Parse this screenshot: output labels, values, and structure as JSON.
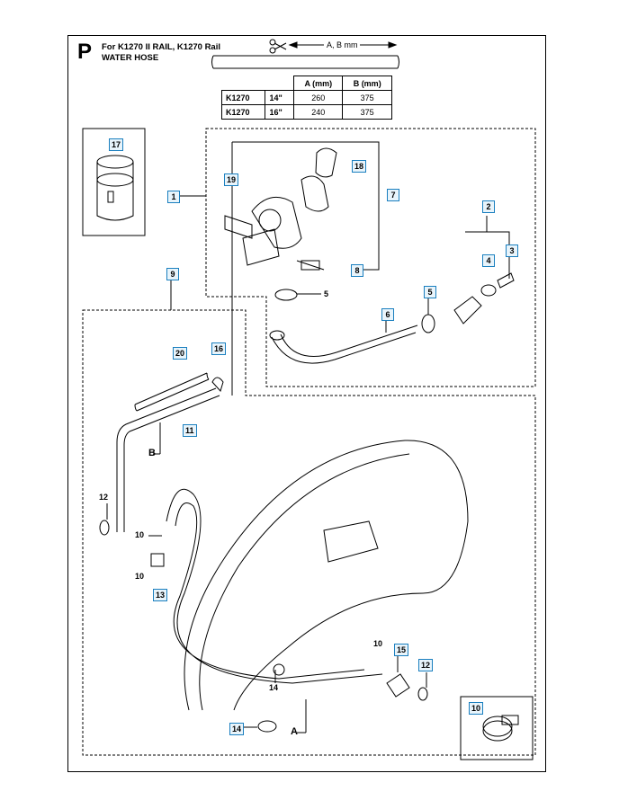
{
  "header": {
    "section_letter": "P",
    "title_line1": "For K1270 II RAIL, K1270 Rail",
    "title_line2": "WATER HOSE",
    "dimension_label": "A, B mm"
  },
  "dimension_table": {
    "headers": [
      "A (mm)",
      "B (mm)"
    ],
    "rows": [
      {
        "model": "K1270",
        "size": "14\"",
        "a": "260",
        "b": "375"
      },
      {
        "model": "K1270",
        "size": "16\"",
        "a": "240",
        "b": "375"
      }
    ]
  },
  "callouts": {
    "c17": "17",
    "c19": "19",
    "c18": "18",
    "c1": "1",
    "c7": "7",
    "c2": "2",
    "c3": "3",
    "c4": "4",
    "c8": "8",
    "c5": "5",
    "c5b": "5",
    "c6": "6",
    "c9": "9",
    "c20": "20",
    "c16": "16",
    "c11": "11",
    "c13": "13",
    "c15": "15",
    "c12b": "12",
    "c10b": "10",
    "c14": "14"
  },
  "labels": {
    "B": "B",
    "A": "A",
    "n12": "12",
    "n10a": "10",
    "n10b": "10",
    "n10c": "10",
    "n14": "14"
  }
}
